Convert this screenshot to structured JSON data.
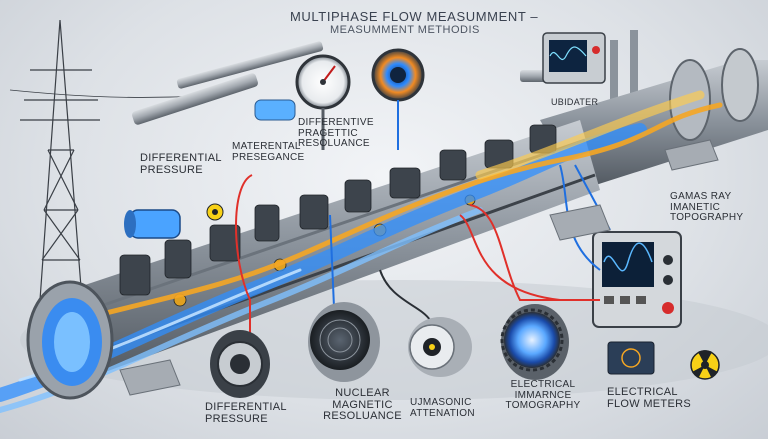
{
  "title": "MULTIPHASE FLOW MEASUMMENT –",
  "subtitle": "MEASUMMENT METHODIS",
  "labels": {
    "differential_pressure_top": "DIFFERENTIAL PRESSURE",
    "materental_presegance": "MATERENTAL PRESEGANCE",
    "differentive_pragettic": "DIFFERENTIVE PRAGETTIC RESOLUANCE",
    "ubidater": "UBIDATER",
    "gamas_ray": "GAMAS RAY IMANETIC TOPOGRAPHY",
    "differential_pressure_bottom": "DIFFERENTIAL PRESSURE",
    "nuclear_magnetic": "NUCLEAR MAGNETIC RESOLUANCE",
    "ujmasonic": "UJMASONIC ATTENATION",
    "electrical_immarnce": "ELECTRICAL IMMARNCE TOMOGRAPHY",
    "electrical_flow_meters": "ELECTRICAL FLOW METERS"
  },
  "colors": {
    "pipe": "#9aa3ad",
    "water": "#2f8fff",
    "oil": "#f5a623",
    "wire_red": "#e0302a",
    "wire_blue": "#1f6fe0",
    "hazard": "#f7d117"
  },
  "icons": [
    "power-tower-icon",
    "radiation-hazard-icon",
    "pressure-gauge-icon",
    "oscilloscope-icon"
  ]
}
